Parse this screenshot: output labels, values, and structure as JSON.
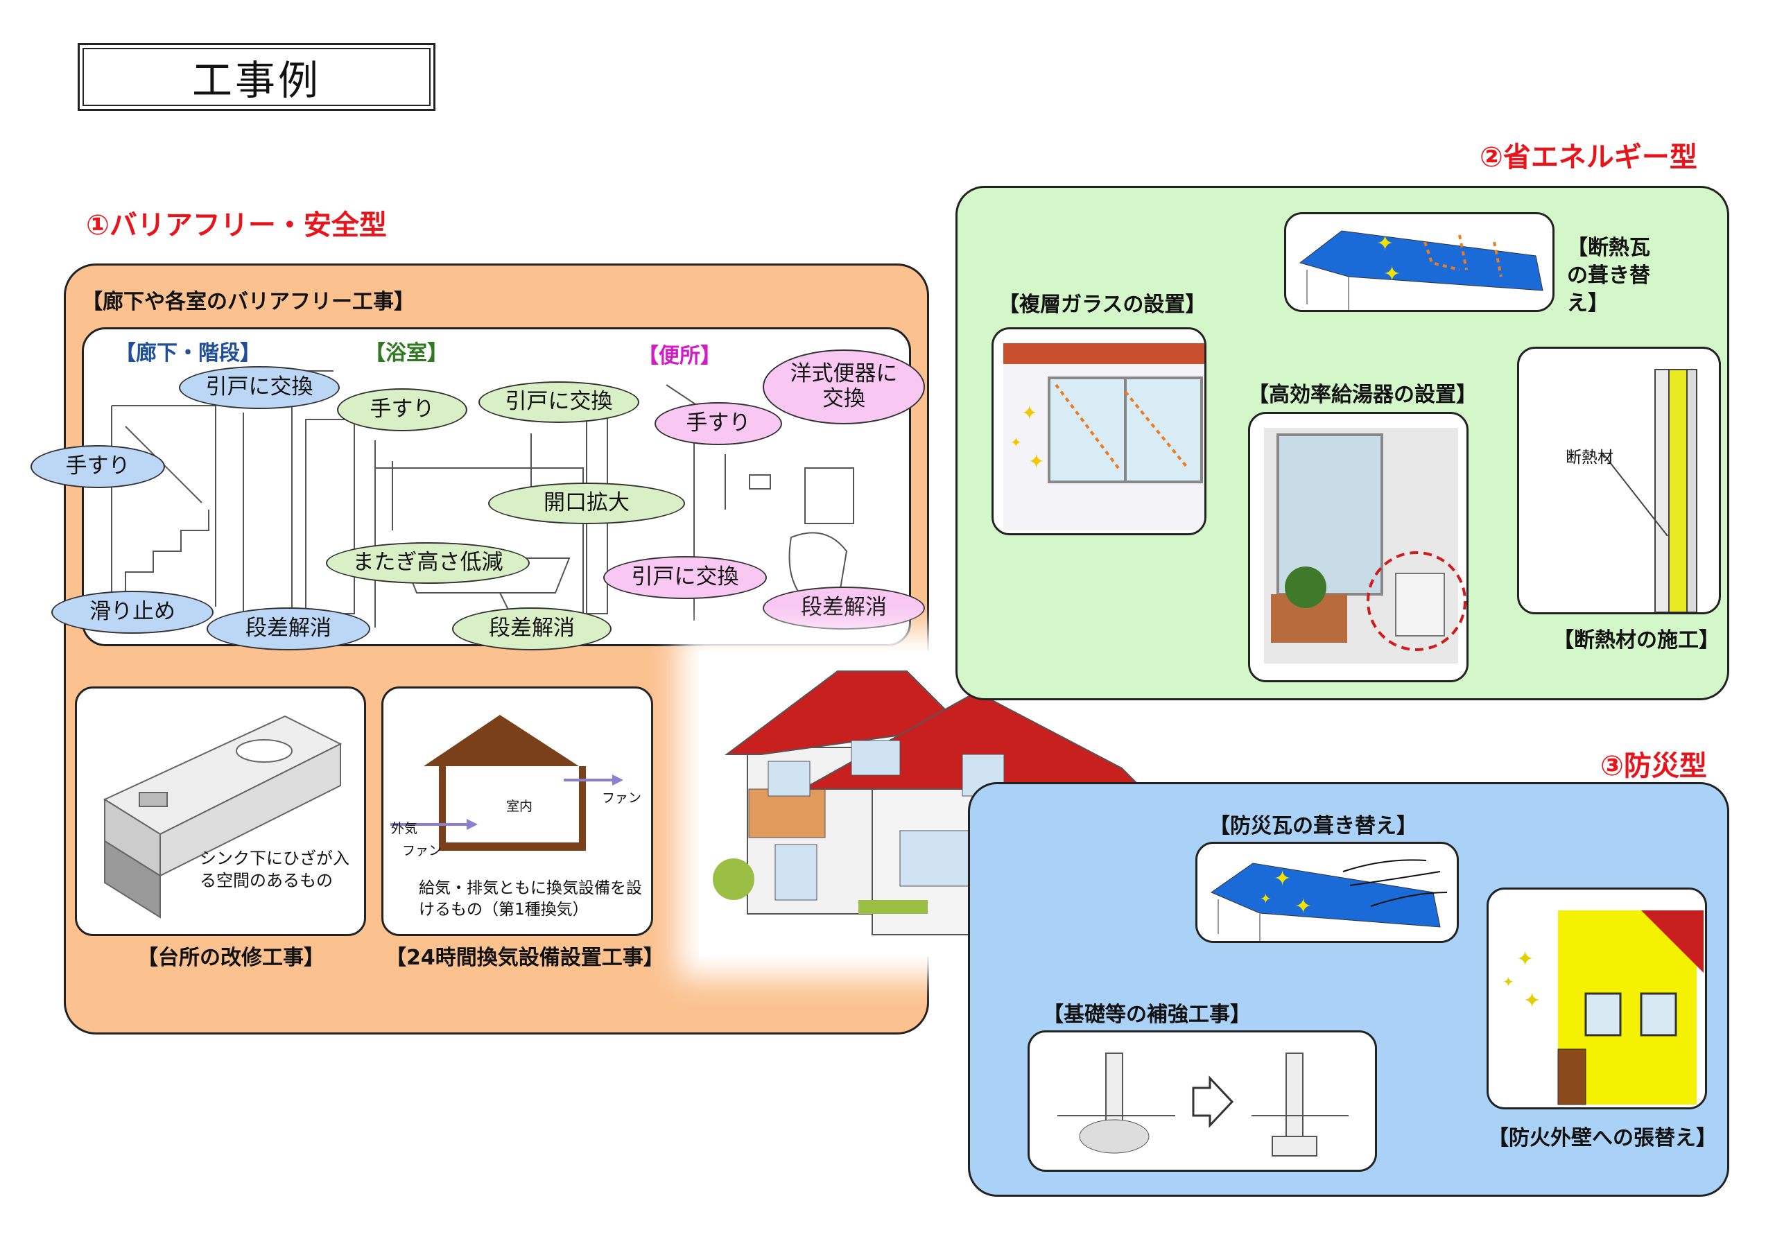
{
  "page_title": "工事例",
  "sections": {
    "barrier_free": {
      "title": "①バリアフリー・安全型",
      "hallway_heading": "【廊下や各室のバリアフリー工事】",
      "sub_hallway": "【廊下・階段】",
      "sub_bath": "【浴室】",
      "sub_toilet": "【便所】",
      "bubbles": {
        "hall_sliding_door": "引戸に交換",
        "hall_handrail": "手すり",
        "hall_non_slip": "滑り止め",
        "hall_step": "段差解消",
        "bath_handrail": "手すり",
        "bath_sliding_door": "引戸に交換",
        "bath_widen": "開口拡大",
        "bath_lower_rim": "またぎ高さ低減",
        "bath_step": "段差解消",
        "toilet_western": "洋式便器に\n交換",
        "toilet_handrail": "手すり",
        "toilet_sliding_door": "引戸に交換",
        "toilet_step": "段差解消"
      },
      "kitchen_note": "シンク下にひざが入る空間のあるもの",
      "kitchen_caption": "【台所の改修工事】",
      "vent_labels": {
        "room": "室内",
        "fan_out": "ファン",
        "outside_air": "外気",
        "fan_in": "ファン"
      },
      "vent_note": "給気・排気ともに換気設備を設けるもの（第1種換気）",
      "vent_caption": "【24時間換気設備設置工事】"
    },
    "energy": {
      "title": "②省エネルギー型",
      "double_glazing": "【複層ガラスの設置】",
      "roof_tiles": "【断熱瓦の葺き替え】",
      "water_heater": "【高効率給湯器の設置】",
      "insulation_label": "断熱材",
      "insulation_work": "【断熱材の施工】"
    },
    "disaster": {
      "title": "③防災型",
      "disaster_tiles": "【防災瓦の葺き替え】",
      "foundation": "【基礎等の補強工事】",
      "fire_wall": "【防火外壁への張替え】"
    }
  },
  "colors": {
    "accent_red": "#e8141b",
    "orange_panel": "#fbc290",
    "green_panel": "#d4f7c9",
    "blue_panel": "#a9d2f6"
  }
}
